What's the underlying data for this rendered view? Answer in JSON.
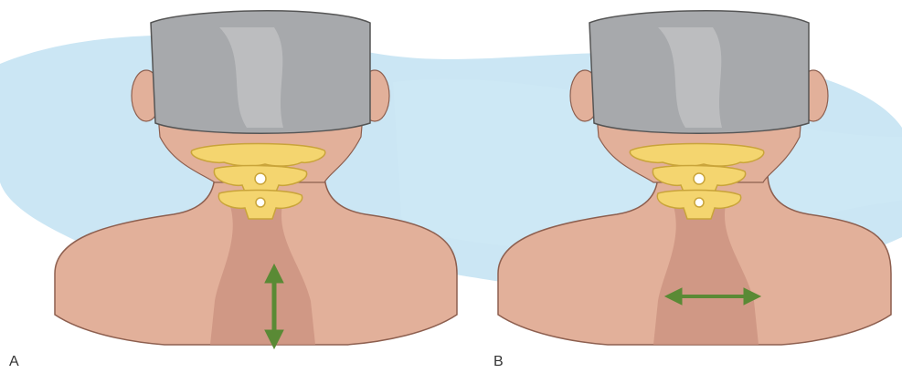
{
  "figure": {
    "panels": [
      {
        "label": "A",
        "arrow_direction": "vertical"
      },
      {
        "label": "B",
        "arrow_direction": "horizontal"
      }
    ]
  },
  "colors": {
    "skin": "#e2b09a",
    "skin_shadow": "#c98e7c",
    "hair": "#a7a9ac",
    "bone": "#f4d56f",
    "bone_outline": "#c9a43a",
    "arrow": "#5a8a35",
    "background_blob": "#9cd0ea"
  }
}
